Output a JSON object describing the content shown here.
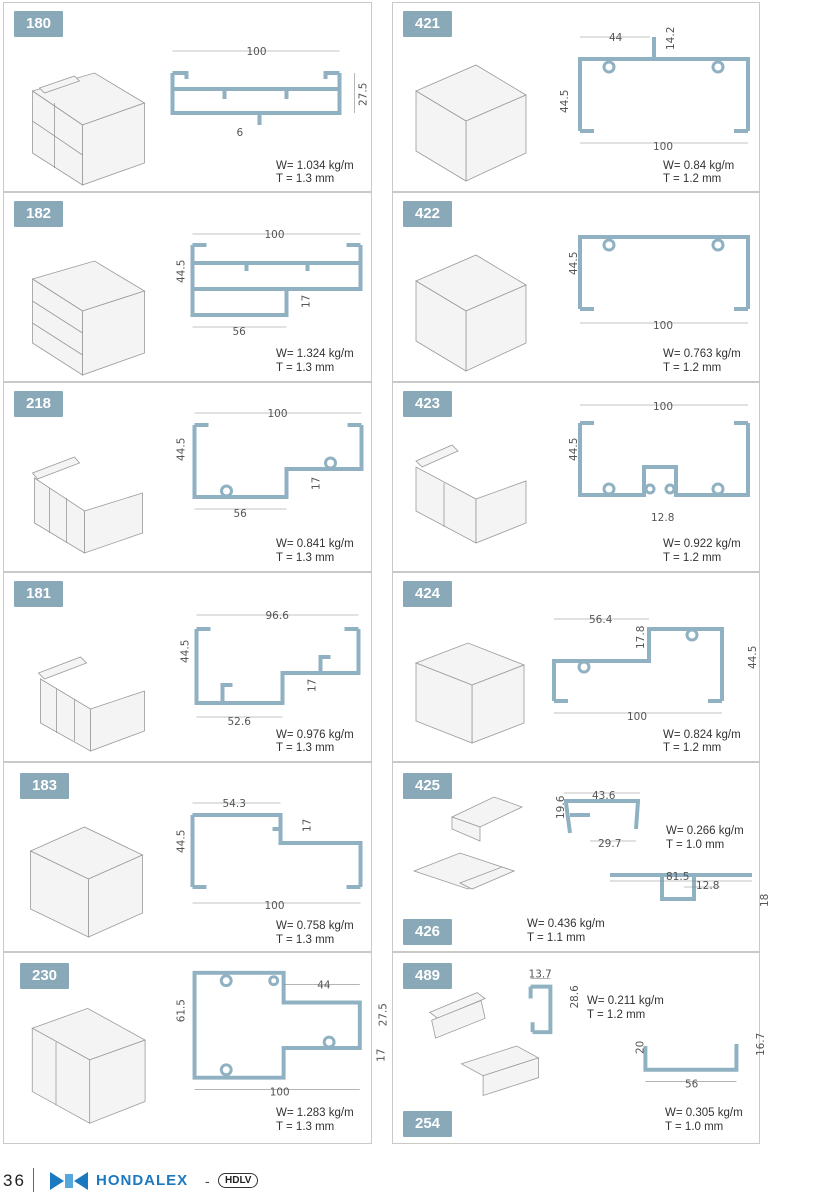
{
  "panels": [
    {
      "code": "180",
      "w": "W= 1.034 kg/m",
      "t": "T = 1.3 mm",
      "dims": [
        "100",
        "27.5",
        "6"
      ]
    },
    {
      "code": "421",
      "w": "W= 0.84 kg/m",
      "t": "T = 1.2 mm",
      "dims": [
        "44",
        "14.2",
        "44.5",
        "100"
      ]
    },
    {
      "code": "182",
      "w": "W= 1.324 kg/m",
      "t": "T = 1.3 mm",
      "dims": [
        "100",
        "44.5",
        "17",
        "56"
      ]
    },
    {
      "code": "422",
      "w": "W= 0.763 kg/m",
      "t": "T = 1.2 mm",
      "dims": [
        "44.5",
        "100"
      ]
    },
    {
      "code": "218",
      "w": "W= 0.841 kg/m",
      "t": "T = 1.3 mm",
      "dims": [
        "100",
        "44.5",
        "17",
        "56"
      ]
    },
    {
      "code": "423",
      "w": "W= 0.922 kg/m",
      "t": "T = 1.2 mm",
      "dims": [
        "100",
        "44.5",
        "12.8"
      ]
    },
    {
      "code": "181",
      "w": "W= 0.976 kg/m",
      "t": "T = 1.3 mm",
      "dims": [
        "96.6",
        "44.5",
        "17",
        "52.6"
      ]
    },
    {
      "code": "424",
      "w": "W= 0.824 kg/m",
      "t": "T = 1.2 mm",
      "dims": [
        "56.4",
        "17.8",
        "44.5",
        "100"
      ]
    },
    {
      "code": "183",
      "w": "W= 0.758 kg/m",
      "t": "T = 1.3 mm",
      "dims": [
        "54.3",
        "44.5",
        "17",
        "100"
      ]
    },
    {
      "code": "425",
      "code2": "426",
      "w": "W= 0.266 kg/m",
      "t": "T = 1.0 mm",
      "w2": "W= 0.436 kg/m",
      "t2": "T = 1.1 mm",
      "dims": [
        "43.6",
        "19.6",
        "29.7",
        "81.5",
        "12.8",
        "18"
      ]
    },
    {
      "code": "230",
      "w": "W= 1.283 kg/m",
      "t": "T = 1.3 mm",
      "dims": [
        "44",
        "61.5",
        "27.5",
        "17",
        "100"
      ]
    },
    {
      "code": "489",
      "code2": "254",
      "w": "W= 0.211 kg/m",
      "t": "T = 1.2 mm",
      "w2": "W= 0.305 kg/m",
      "t2": "T = 1.0 mm",
      "dims": [
        "13.7",
        "28.6",
        "20",
        "16.7",
        "56"
      ]
    }
  ],
  "footer": {
    "page_number": "36",
    "brand": "HONDALEX",
    "separator": "-",
    "sub_brand": "HDLV"
  },
  "colors": {
    "tag": "#89a9b8",
    "profile": "#8fb1c1",
    "brand": "#1b79c1"
  }
}
